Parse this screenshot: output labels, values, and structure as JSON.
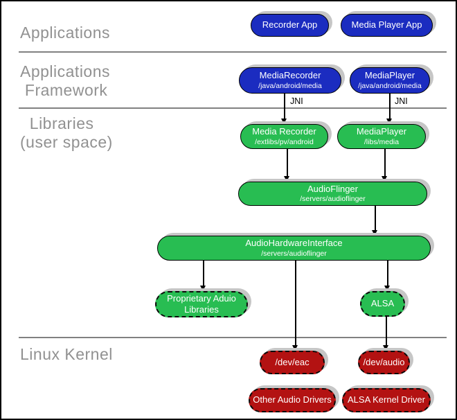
{
  "colors": {
    "blue": "#1b2cc0",
    "green": "#28bd52",
    "red": "#b31212",
    "shadow": "#c6c6c6",
    "label": "#919191",
    "divider": "#818181"
  },
  "section_labels": {
    "applications": "Applications",
    "framework": [
      "Applications",
      " Framework"
    ],
    "libraries": [
      "  Libraries",
      "(user space)"
    ],
    "kernel": "Linux Kernel"
  },
  "nodes": {
    "recorder_app": {
      "title": "Recorder App"
    },
    "media_player_app": {
      "title": "Media Player App"
    },
    "media_recorder_fw": {
      "title": "MediaRecorder",
      "subtitle": "/java/android/media"
    },
    "media_player_fw": {
      "title": "MediaPlayer",
      "subtitle": "/java/android/media"
    },
    "media_recorder_lib": {
      "title": "Media Recorder",
      "subtitle": "/extlibs/pv/android"
    },
    "media_player_lib": {
      "title": "MediaPlayer",
      "subtitle": "/libs/media"
    },
    "audio_flinger": {
      "title": "AudioFlinger",
      "subtitle": "/servers/audioflinger"
    },
    "audio_hardware_interface": {
      "title": "AudioHardwareInterface",
      "subtitle": "/servers/audioflinger"
    },
    "proprietary_audio_libraries": {
      "title": "Proprietary Aduio Libraries"
    },
    "alsa": {
      "title": "ALSA"
    },
    "dev_eac": {
      "title": "/dev/eac"
    },
    "dev_audio": {
      "title": "/dev/audio"
    },
    "other_audio_drivers": {
      "title": "Other Audio Drivers"
    },
    "alsa_kernel_driver": {
      "title": "ALSA Kernel Driver"
    }
  },
  "connector_labels": {
    "jni1": "JNI",
    "jni2": "JNI"
  }
}
